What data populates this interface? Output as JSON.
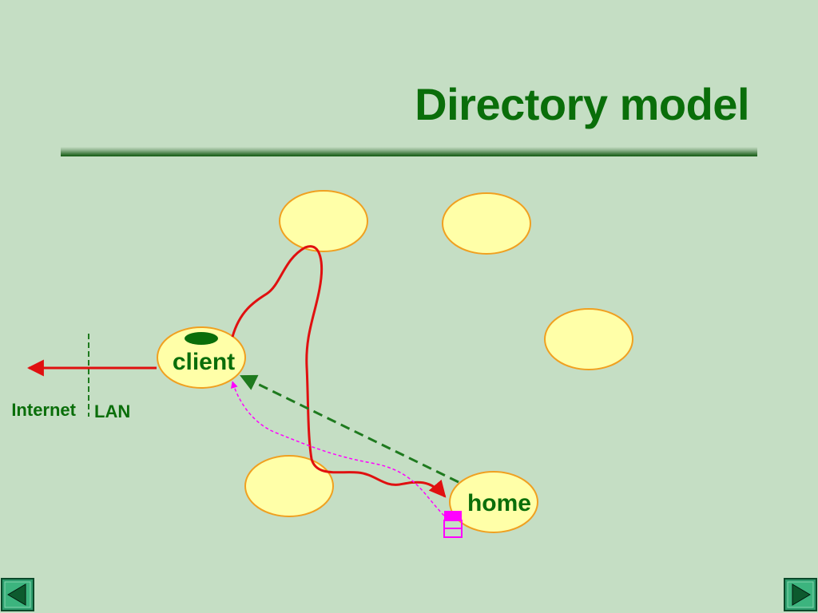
{
  "slide": {
    "title": "Directory model"
  },
  "diagram": {
    "nodes": {
      "client": "client",
      "home": "home"
    },
    "labels": {
      "internet": "Internet",
      "lan": "LAN"
    }
  },
  "colors": {
    "background": "#c5dec4",
    "title": "#0a6e0a",
    "node_fill": "#ffffa8",
    "node_stroke": "#f0a020",
    "route": "#e01010",
    "registration": "#1e7a1e",
    "lookup": "#ff00ff"
  },
  "nav": {
    "prev_icon": "triangle-left-icon",
    "next_icon": "triangle-right-icon"
  }
}
